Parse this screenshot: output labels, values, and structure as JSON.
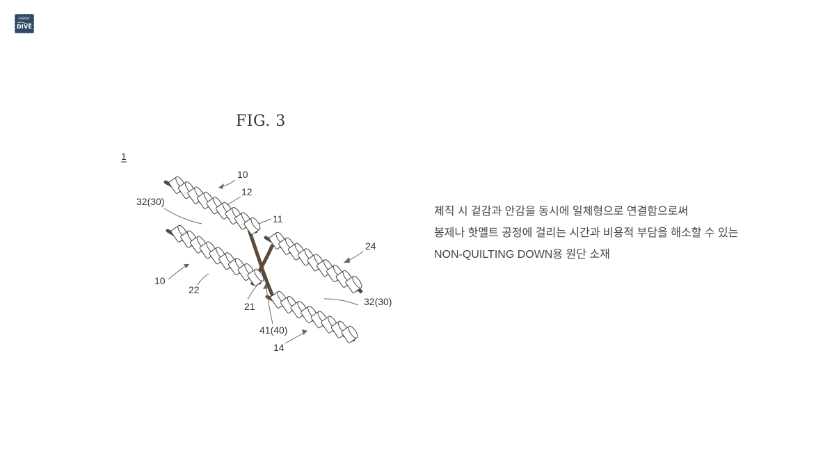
{
  "logo": {
    "line1": "FABRIC",
    "line2": "DIVE"
  },
  "figure": {
    "title": "FIG. 3",
    "ref_main": "1",
    "labels": {
      "l10_top": "10",
      "l12": "12",
      "l32_left": "32(30)",
      "l11": "11",
      "l24": "24",
      "l10_left": "10",
      "l22": "22",
      "l21": "21",
      "l32_right": "32(30)",
      "l41": "41(40)",
      "l14": "14"
    },
    "colors": {
      "strand": "#5a4a38",
      "outline": "#444444",
      "leader": "#666666"
    }
  },
  "description": {
    "lines": [
      "제직 시 겉감과 안감을 동시에 일체형으로 연결함으로써",
      "봉제나 핫멜트 공정에 걸리는 시간과 비용적 부담을 해소할 수 있는",
      "NON-QUILTING DOWN용 원단 소재"
    ]
  }
}
